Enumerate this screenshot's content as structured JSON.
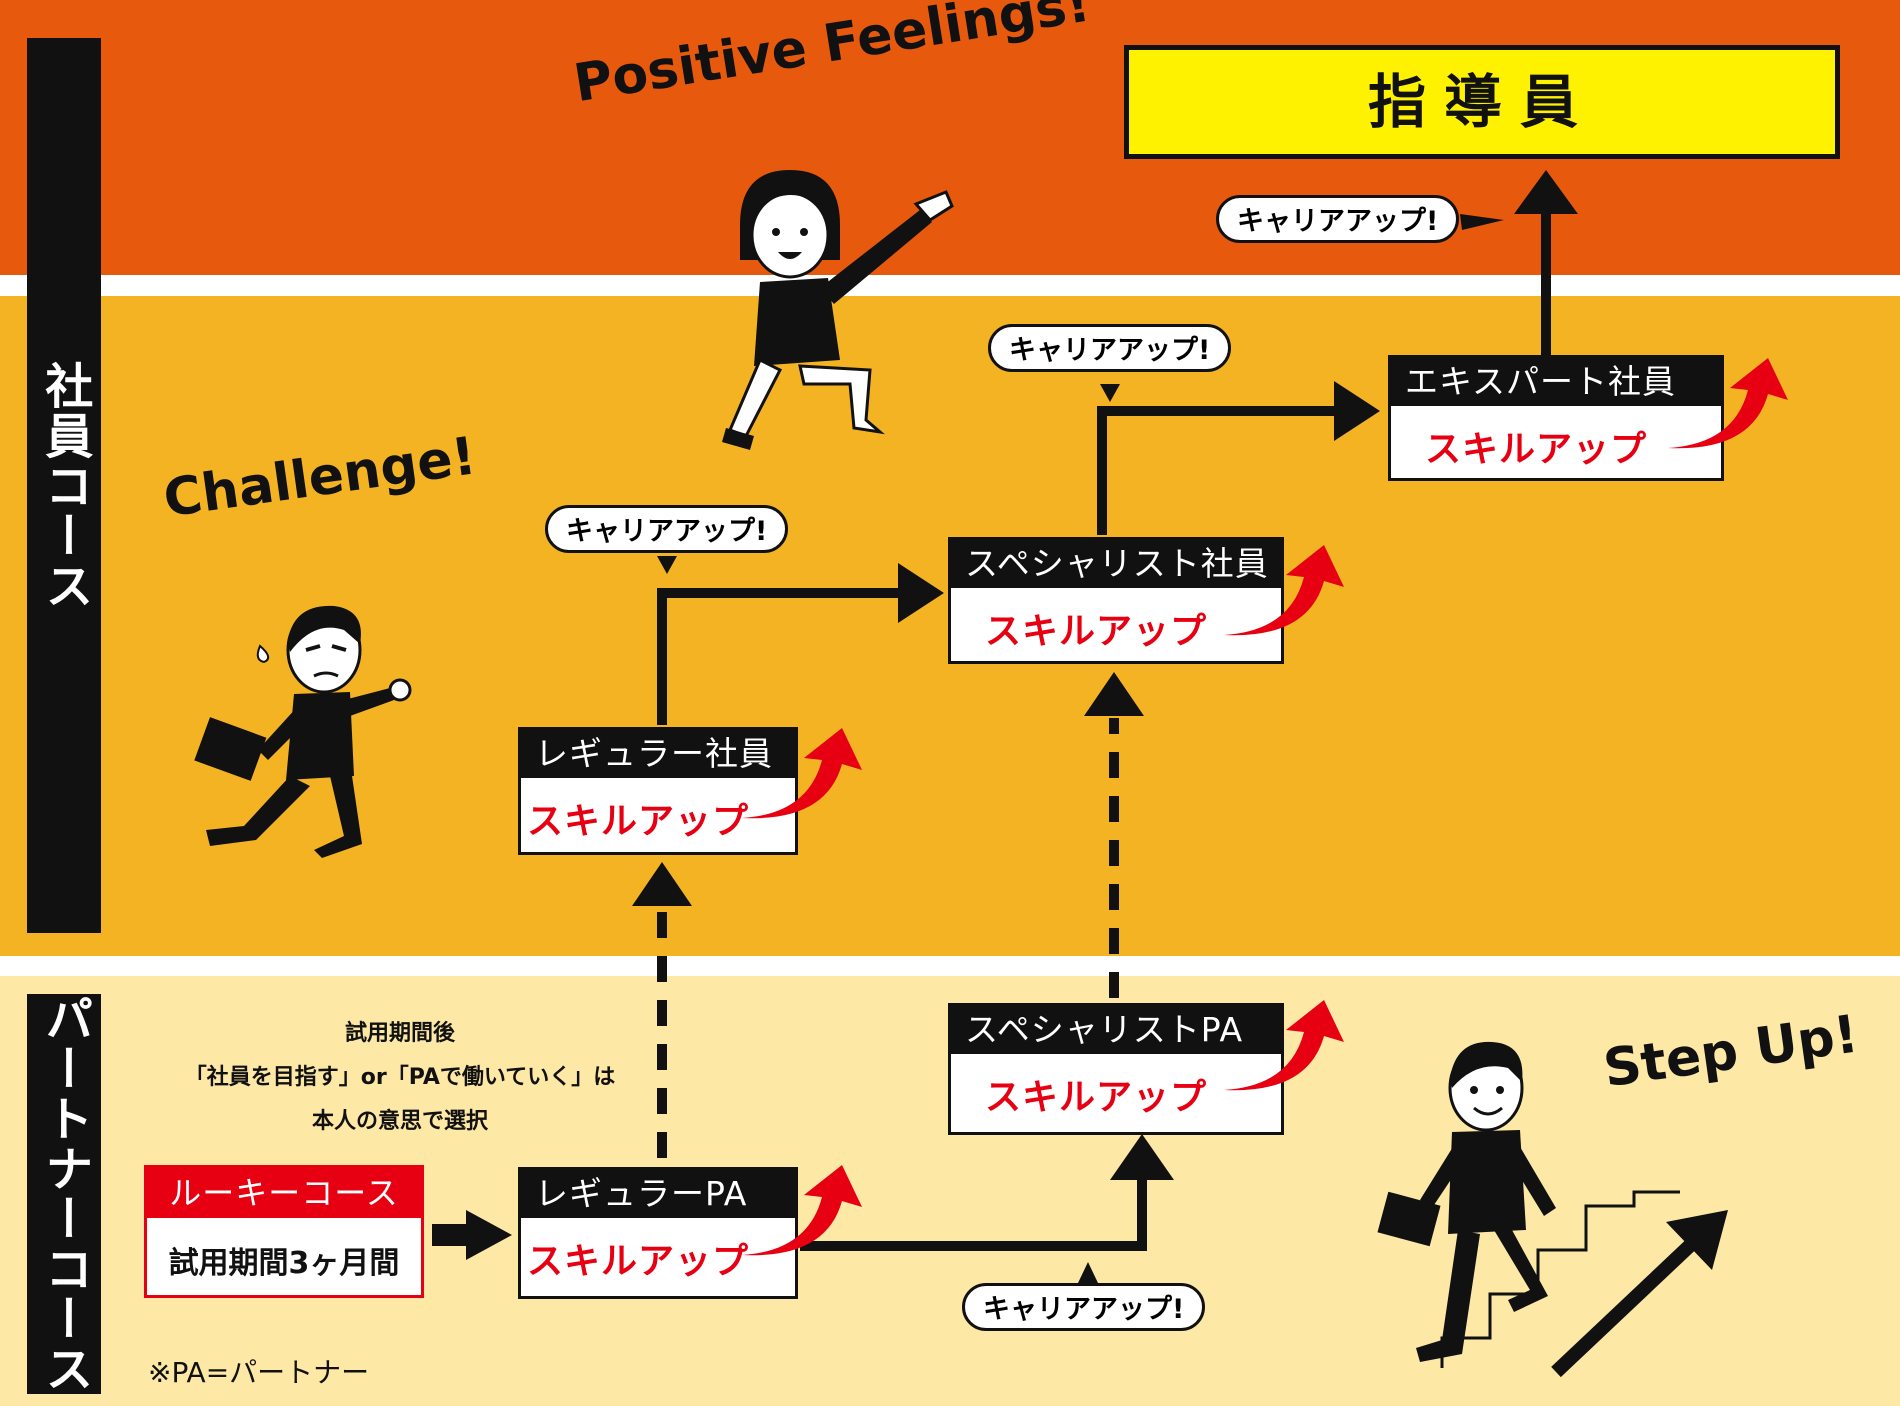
{
  "bands": {
    "employee_course": "社員コース",
    "partner_course": "パートナーコース"
  },
  "top_box": "指導員",
  "slogans": {
    "positive": "Positive Feelings!",
    "challenge": "Challenge!",
    "step_up": "Step Up!"
  },
  "courses": {
    "regular_pa": {
      "title": "レギュラーPA",
      "skill": "スキルアップ"
    },
    "specialist_pa": {
      "title": "スペシャリストPA",
      "skill": "スキルアップ"
    },
    "regular_employee": {
      "title": "レギュラー社員",
      "skill": "スキルアップ"
    },
    "specialist_employee": {
      "title": "スペシャリスト社員",
      "skill": "スキルアップ"
    },
    "expert_employee": {
      "title": "エキスパート社員",
      "skill": "スキルアップ"
    }
  },
  "career_up_label": "キャリアアップ!",
  "rookie": {
    "title": "ルーキーコース",
    "body": "試用期間3ヶ月間"
  },
  "note_lines": [
    "試用期間後",
    "「社員を目指す」or「PAで働いていく」は",
    "本人の意思で選択"
  ],
  "footnote": "※PA=パートナー",
  "colors": {
    "orange": "#e75a0d",
    "gold": "#f4b323",
    "cream": "#fde8a6",
    "yellow": "#fff200",
    "red": "#e60012",
    "black": "#111111"
  }
}
